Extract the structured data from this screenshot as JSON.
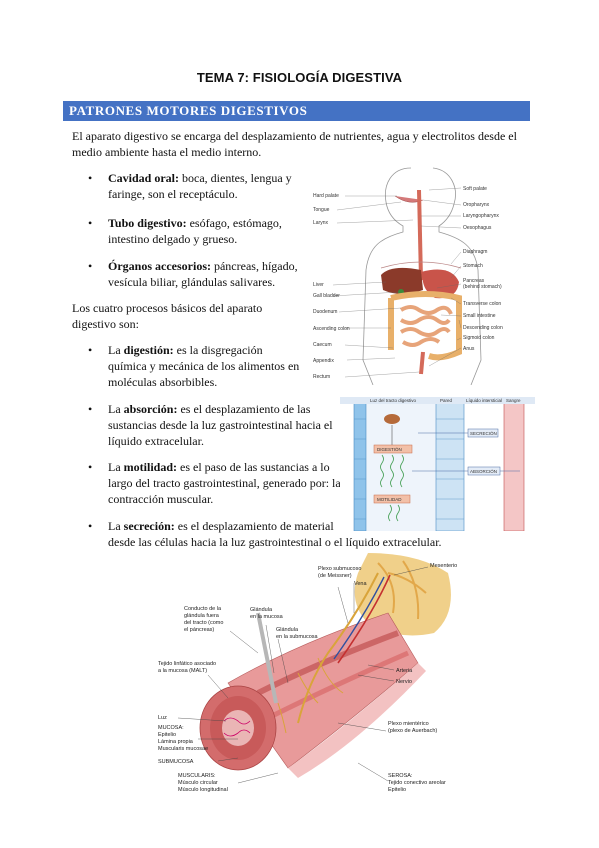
{
  "page_title": "TEMA 7: FISIOLOGÍA DIGESTIVA",
  "section_heading": "PATRONES MOTORES DIGESTIVOS",
  "intro": {
    "line1": "El aparato digestivo se encarga del desplazamiento de nutrientes, agua y electrolitos desde el",
    "line2": "medio ambiente hasta el medio interno."
  },
  "organs": [
    {
      "term": "Cavidad oral:",
      "line1": " boca, dientes, lengua y",
      "line2": "faringe, son el receptáculo."
    },
    {
      "term": "Tubo digestivo:",
      "line1": " esófago, estómago,",
      "line2": "intestino delgado y grueso."
    },
    {
      "term": "Órganos accesorios:",
      "line1": " páncreas, hígado,",
      "line2": "vesícula biliar, glándulas salivares."
    }
  ],
  "processes_intro": {
    "line1": "Los cuatro procesos básicos del aparato",
    "line2": "digestivo son:"
  },
  "processes": [
    {
      "pre": "La ",
      "term": "digestión:",
      "line1": " es la disgregación",
      "line2": "química y mecánica de los alimentos en",
      "line3": "moléculas absorbibles."
    },
    {
      "pre": "La ",
      "term": "absorción:",
      "line1": " es el desplazamiento de las",
      "line2": "sustancias desde la luz gastrointestinal hacia el",
      "line3": "líquido extracelular."
    },
    {
      "pre": "La ",
      "term": "motilidad:",
      "line1": " es el paso de las sustancias a lo",
      "line2": "largo del tracto gastrointestinal, generado por: la",
      "line3": "contracción muscular."
    },
    {
      "pre": "La ",
      "term": "secreción:",
      "line1": " es el desplazamiento de material",
      "line2": "desde las células hacia la luz gastrointestinal o el líquido extracelular.",
      "line3": ""
    }
  ],
  "figure1": {
    "labels_left": [
      "Hard palate",
      "Tongue",
      "Larynx",
      "Liver",
      "Gall bladder",
      "Duodenum",
      "Ascending colon",
      "Caecum",
      "Appendix",
      "Rectum"
    ],
    "labels_right": [
      "Soft palate",
      "Oropharynx",
      "Laryngopharynx",
      "Oesophagus",
      "Diaphragm",
      "Stomach",
      "Pancreas",
      "(behind stomach)",
      "Transverse colon",
      "Small intestine",
      "Descending colon",
      "Sigmoid colon",
      "Anus"
    ]
  },
  "figure2": {
    "headers": [
      "Luz del tracto digestivo",
      "Pared",
      "Líquido intersticial",
      "Sangre"
    ],
    "boxes": [
      "DIGESTIÓN",
      "SECRECIÓN",
      "ABSORCIÓN",
      "MOTILIDAD"
    ]
  },
  "figure3": {
    "labels": [
      "Mesenterio",
      "Plexo submucoso",
      "(de Meissner)",
      "Conducto de la",
      "glándula fuera",
      "del tracto (como",
      "el páncreas)",
      "Glándula",
      "en la mucosa",
      "Vena",
      "Glándula",
      "en la submucosa",
      "Tejido linfático asociado",
      "a la mucosa (MALT)",
      "Arteria",
      "Nervio",
      "Luz",
      "MUCOSA:",
      "Epitelio",
      "Lámina propia",
      "Muscularis mucosae",
      "Plexo mientérico",
      "(plexo de Auerbach)",
      "SUBMUCOSA",
      "MUSCULARIS:",
      "Músculo circular",
      "Músculo longitudinal",
      "SEROSA:",
      "Tejido conectivo areolar",
      "Epitelio"
    ]
  }
}
